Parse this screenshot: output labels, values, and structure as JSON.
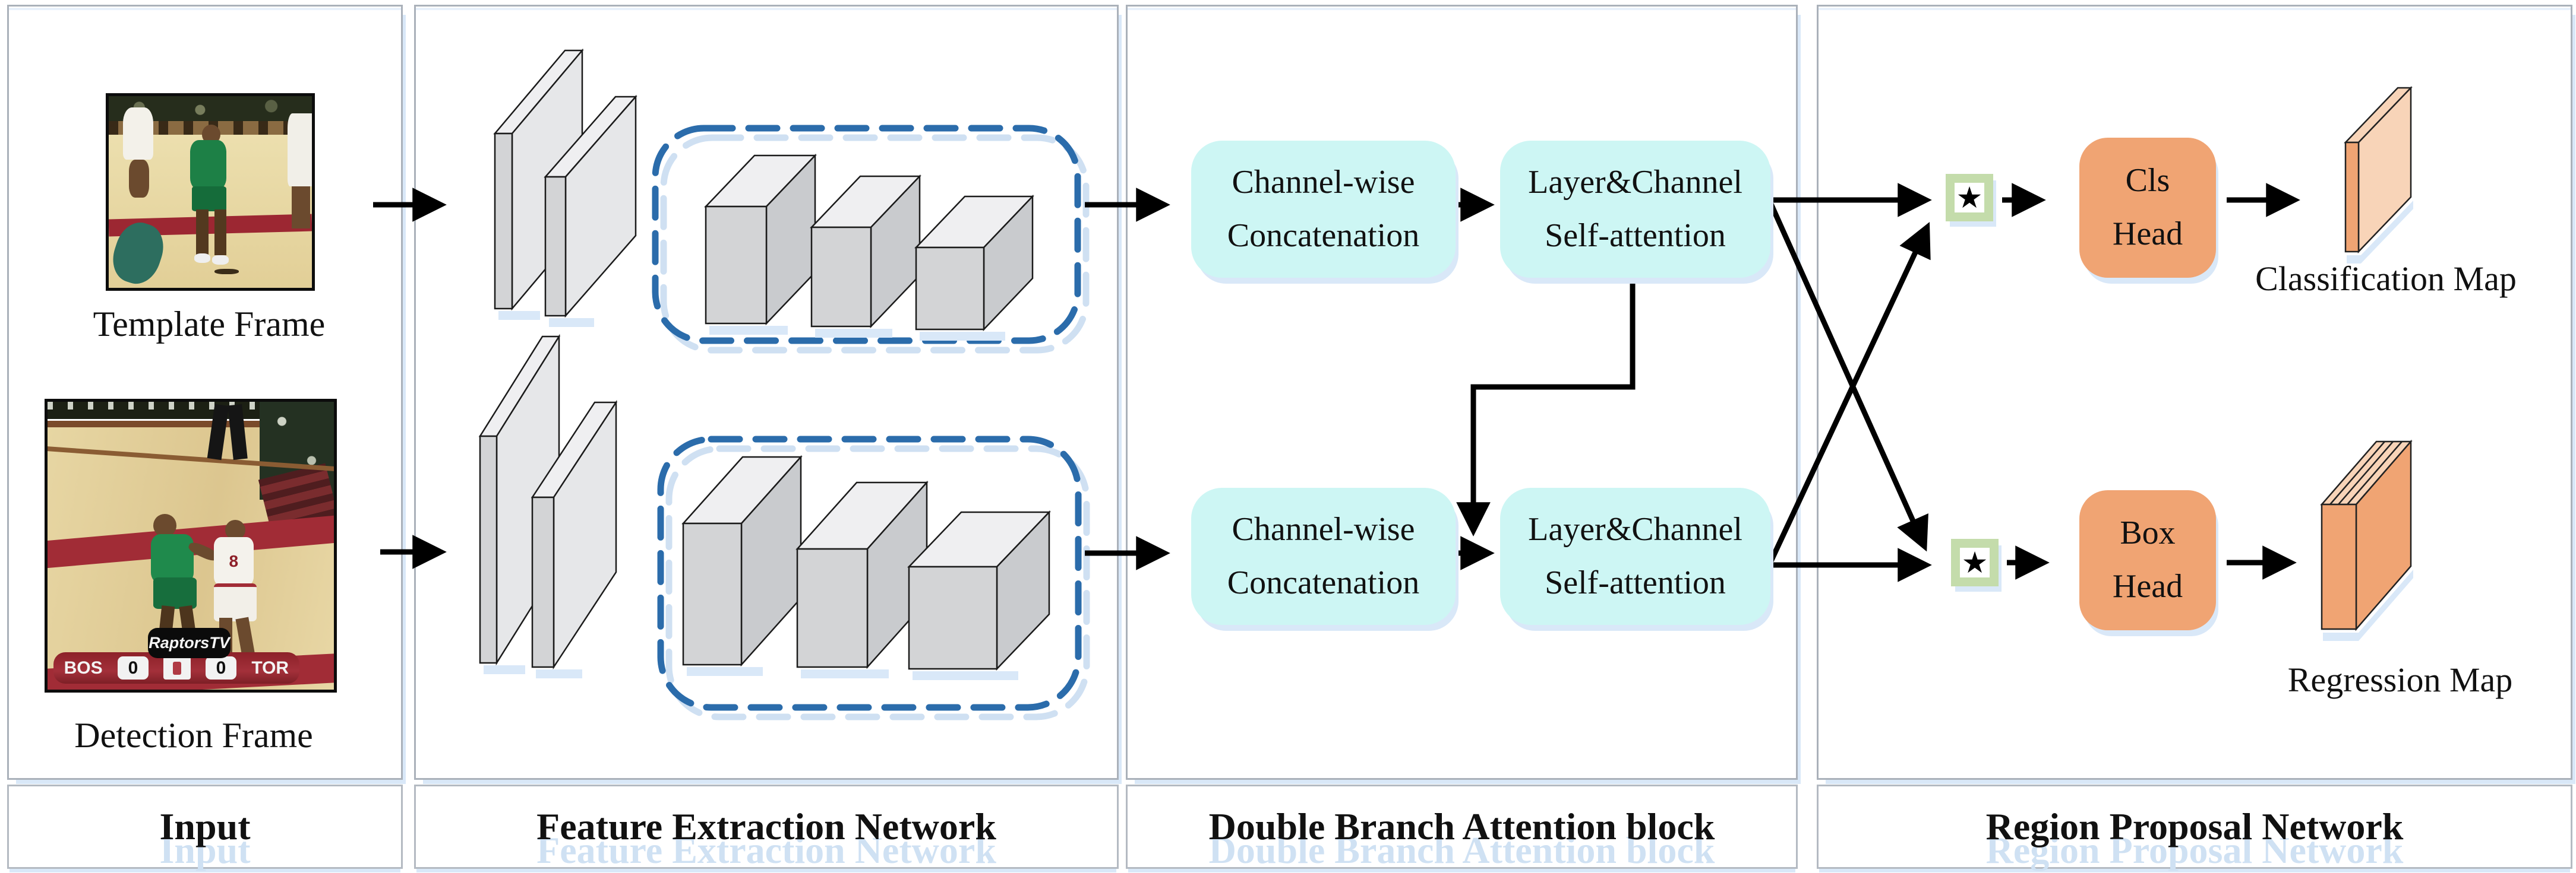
{
  "diagram": {
    "panels": [
      {
        "id": "input",
        "label": "Input"
      },
      {
        "id": "fen",
        "label": "Feature Extraction Network"
      },
      {
        "id": "dba",
        "label": "Double Branch Attention block"
      },
      {
        "id": "rpn",
        "label": "Region Proposal Network"
      }
    ],
    "input": {
      "template_caption": "Template Frame",
      "detection_caption": "Detection Frame",
      "jersey_number": "8",
      "scoreboard": {
        "left_team": "BOS",
        "left_score": "0",
        "right_score": "0",
        "right_team": "TOR",
        "broadcaster": "RaptorsTV"
      }
    },
    "dba": {
      "concat_line1": "Channel-wise",
      "concat_line2": "Concatenation",
      "attn_line1": "Layer&Channel",
      "attn_line2": "Self-attention"
    },
    "rpn": {
      "correlation_symbol": "★",
      "cls_line1": "Cls",
      "cls_line2": "Head",
      "box_line1": "Box",
      "box_line2": "Head",
      "cls_map_label": "Classification Map",
      "reg_map_label": "Regression Map"
    },
    "colors": {
      "cyan": "#cdf6f4",
      "orange": "#f0a473",
      "orange_light": "#f8d4b8",
      "green_border": "#c4dcab",
      "dashed_blue": "#2b6cab",
      "shadow_blue": "#d9e8f8",
      "arrow": "#000000"
    }
  }
}
